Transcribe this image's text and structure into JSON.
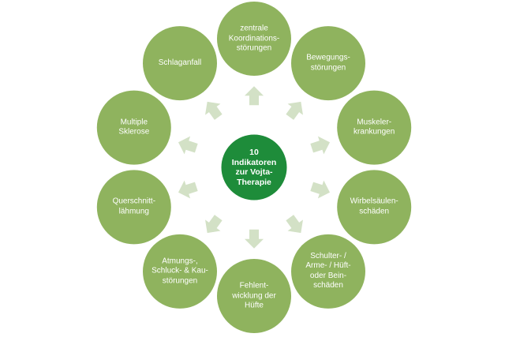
{
  "center": {
    "label": "10\nIndikatoren\nzur Vojta-\nTherapie"
  },
  "indications": [
    {
      "label": "zentrale\nKoordinations-\nstörungen"
    },
    {
      "label": "Bewegungs-\nstörungen"
    },
    {
      "label": "Muskeler-\nkrankungen"
    },
    {
      "label": "Wirbelsäulen-\nschäden"
    },
    {
      "label": "Schulter- /\nArme- / Hüft-\noder Bein-\nschäden"
    },
    {
      "label": "Fehlent-\nwicklung der\nHüfte"
    },
    {
      "label": "Atmungs-,\nSchluck- & Kau-\nstörungen"
    },
    {
      "label": "Querschnitt-\nlähmung"
    },
    {
      "label": "Multiple\nSklerose"
    },
    {
      "label": "Schlaganfall"
    }
  ],
  "colors": {
    "outer_circle": "#8fb35e",
    "center_circle": "#1e8c3a",
    "arrow": "#d3e1c6"
  }
}
